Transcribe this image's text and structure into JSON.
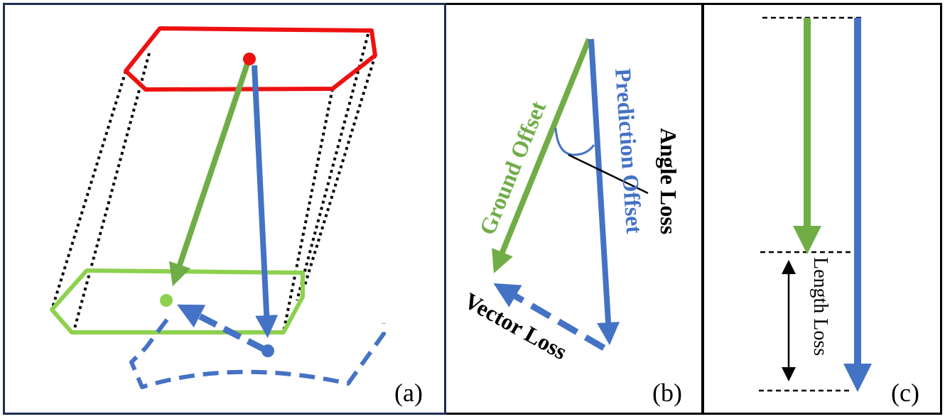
{
  "panels": {
    "a": {
      "label": "(a)"
    },
    "b": {
      "label": "(b)",
      "ground_offset": "Ground Offset",
      "prediction_offset": "Prediction Offset",
      "angle_loss": "Angle Loss",
      "vector_loss": "Vector Loss"
    },
    "c": {
      "label": "(c)",
      "length_loss": "Length Loss"
    }
  },
  "colors": {
    "red": "#ee1111",
    "green": "#70ad47",
    "light_green": "#8dd14f",
    "blue": "#4472c4",
    "frame_a": "#1f2f52",
    "black": "#000000"
  }
}
